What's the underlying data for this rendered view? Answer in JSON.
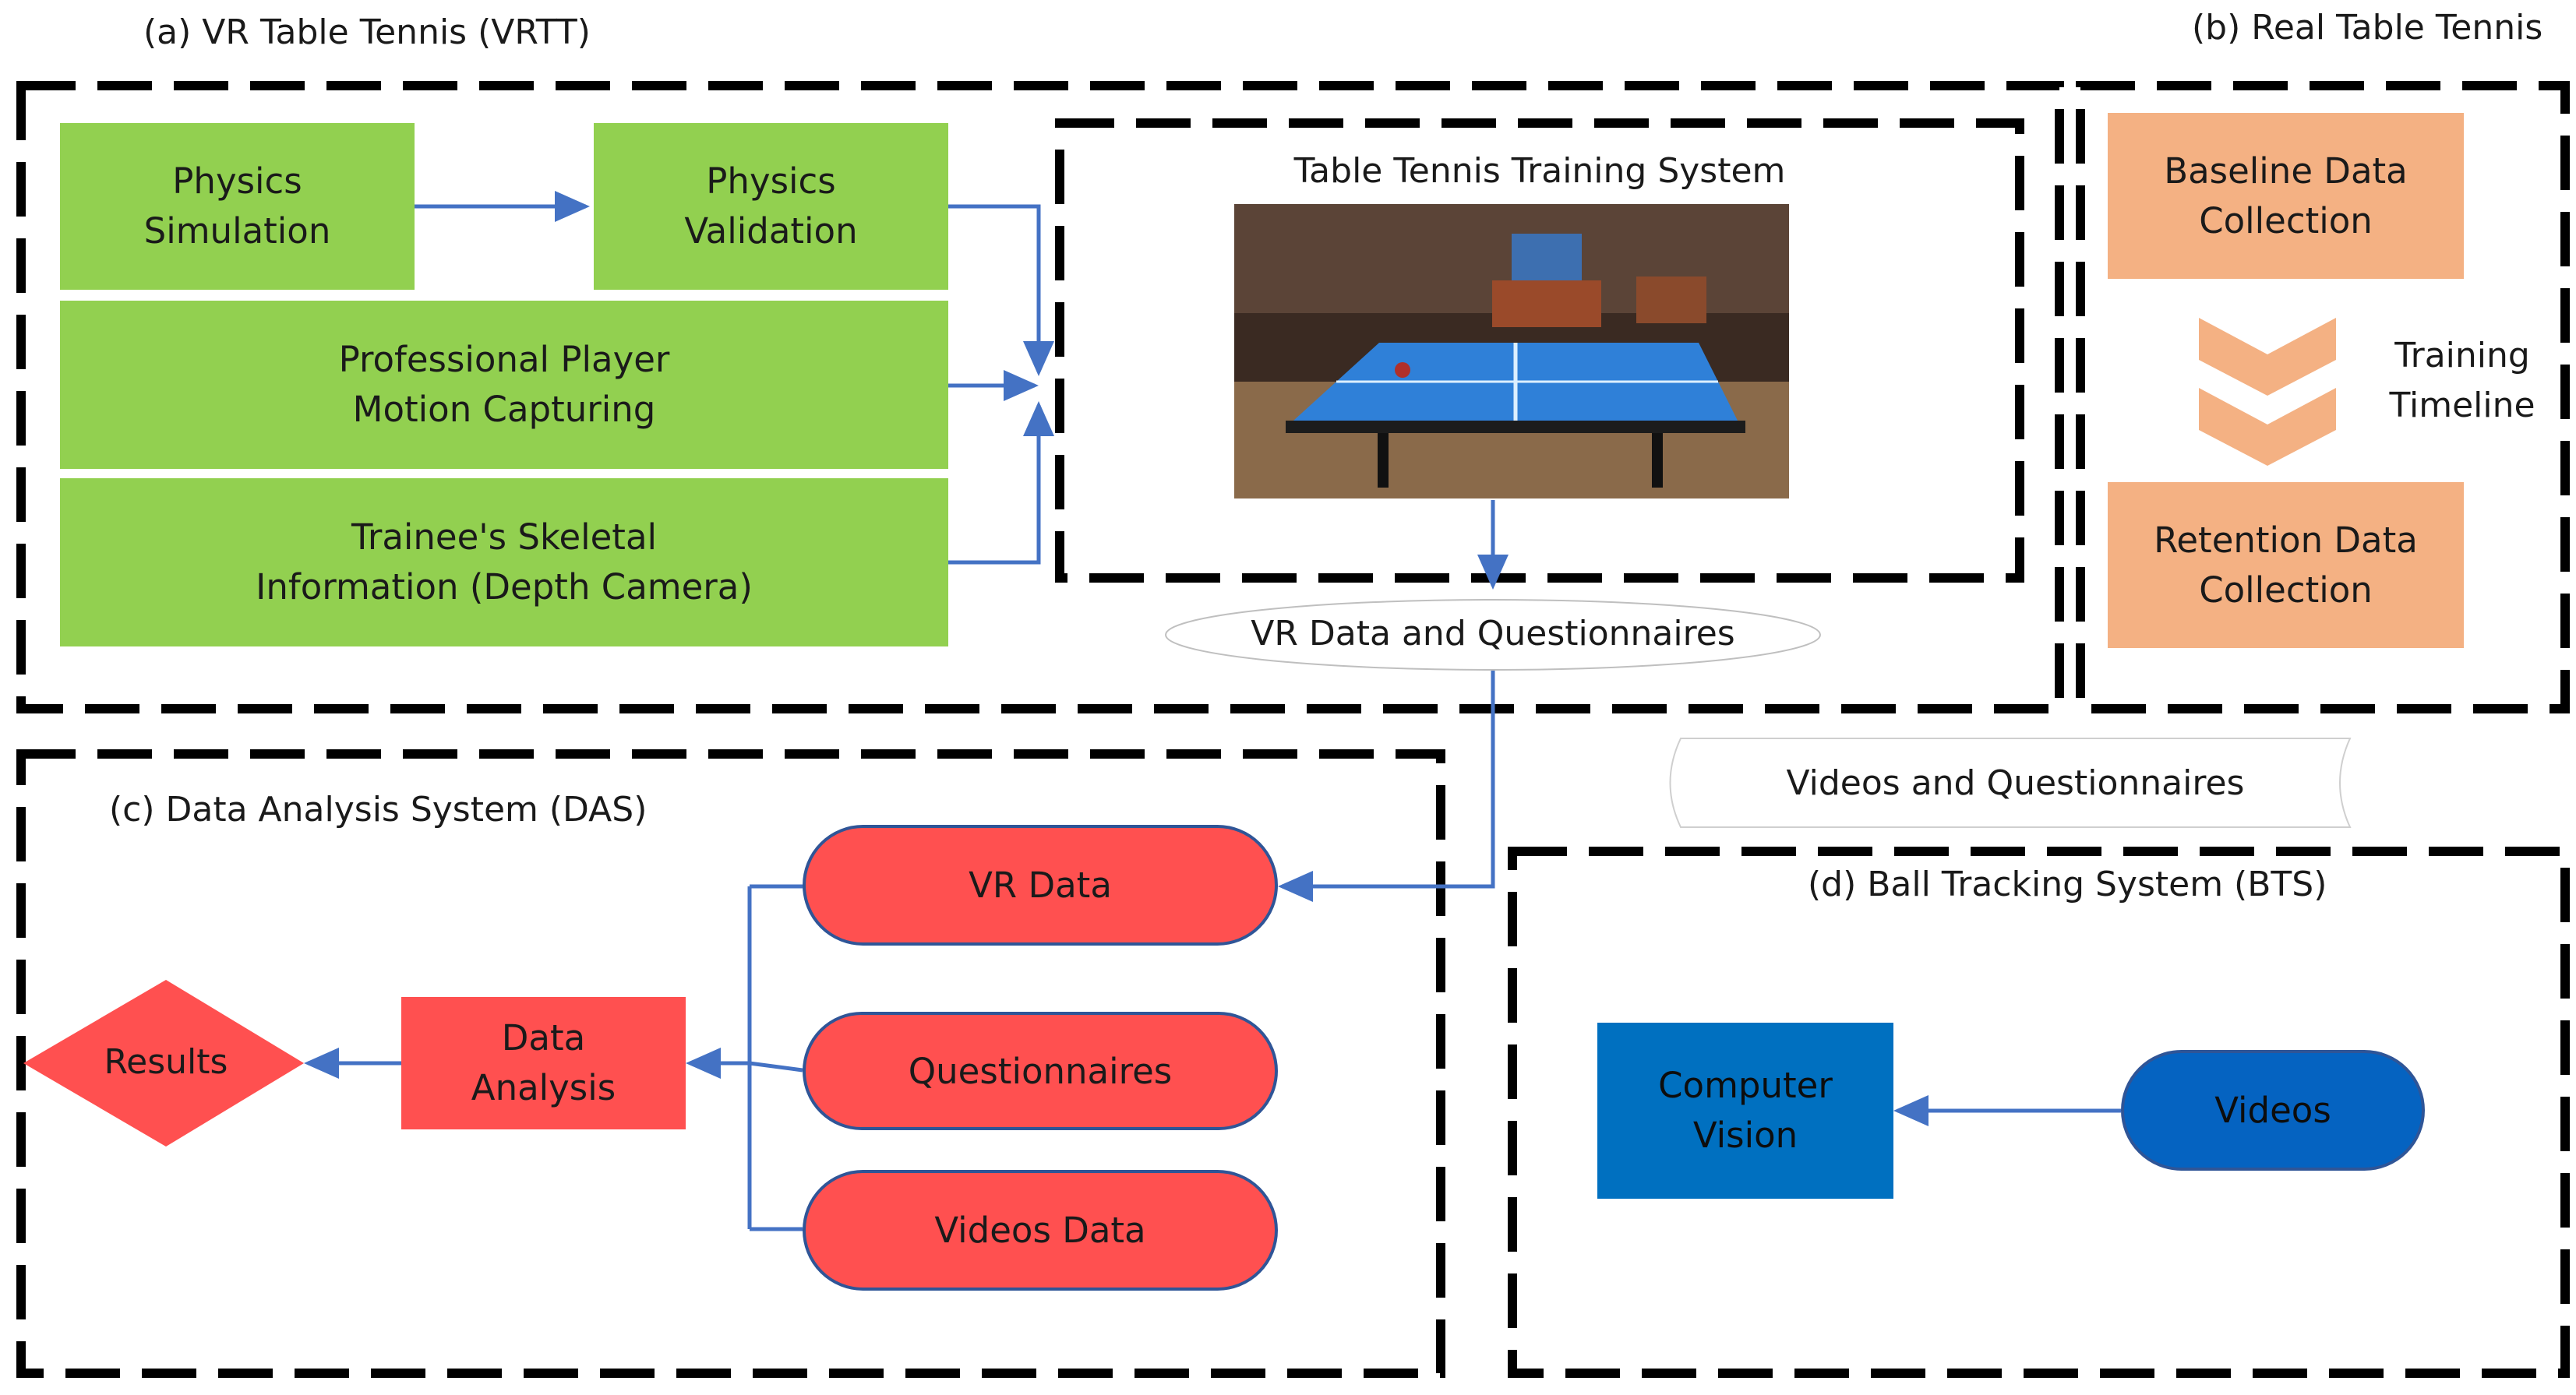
{
  "sections": {
    "vrtt_title": "(a) VR Table Tennis (VRTT)",
    "real_title": "(b) Real Table Tennis",
    "das_title": "(c) Data Analysis System (DAS)",
    "bts_title": "(d) Ball Tracking System (BTS)"
  },
  "vrtt": {
    "physics_simulation": "Physics\nSimulation",
    "physics_validation": "Physics\nValidation",
    "motion_capturing": "Professional Player\nMotion Capturing",
    "skeletal_info": "Trainee's Skeletal\nInformation (Depth Camera)",
    "training_system_title": "Table Tennis Training System",
    "vr_data_questionnaires": "VR Data and Questionnaires"
  },
  "real": {
    "baseline": "Baseline Data\nCollection",
    "timeline": "Training\nTimeline",
    "retention": "Retention Data\nCollection"
  },
  "transfer": {
    "videos_questionnaires": "Videos and Questionnaires"
  },
  "das": {
    "vr_data": "VR Data",
    "questionnaires": "Questionnaires",
    "videos_data": "Videos Data",
    "data_analysis": "Data\nAnalysis",
    "results": "Results"
  },
  "bts": {
    "computer_vision": "Computer\nVision",
    "videos": "Videos"
  },
  "colors": {
    "green": "#92d050",
    "orange": "#f4b183",
    "red": "#ff5050",
    "blue": "#0070c0",
    "arrow": "#4472c4"
  }
}
